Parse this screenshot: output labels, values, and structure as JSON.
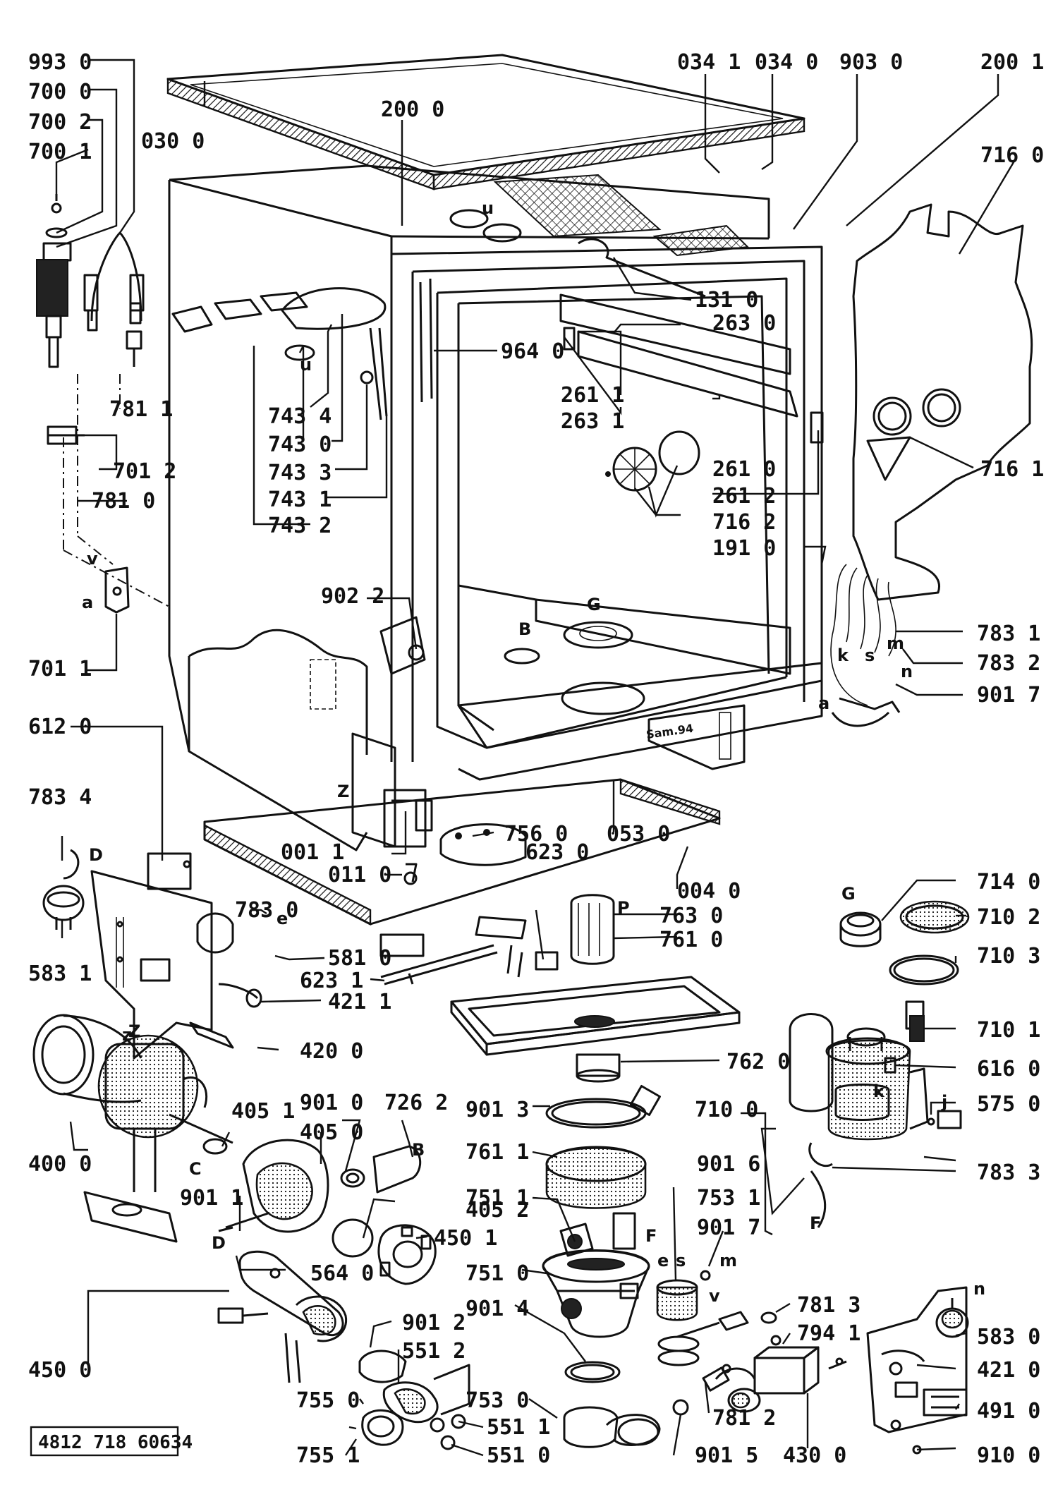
{
  "diagram": {
    "labels": [
      {
        "id": "993-0",
        "text": "993 0"
      },
      {
        "id": "700-0",
        "text": "700 0"
      },
      {
        "id": "700-2",
        "text": "700 2"
      },
      {
        "id": "700-1",
        "text": "700 1"
      },
      {
        "id": "030-0",
        "text": "030 0"
      },
      {
        "id": "200-0",
        "text": "200 0"
      },
      {
        "id": "034-1",
        "text": "034 1"
      },
      {
        "id": "034-0",
        "text": "034 0"
      },
      {
        "id": "903-0",
        "text": "903 0"
      },
      {
        "id": "200-1",
        "text": "200 1"
      },
      {
        "id": "716-0",
        "text": "716 0"
      },
      {
        "id": "131-0",
        "text": "131 0"
      },
      {
        "id": "263-0",
        "text": "263 0"
      },
      {
        "id": "964-0",
        "text": "964 0"
      },
      {
        "id": "781-1",
        "text": "781 1"
      },
      {
        "id": "743-4",
        "text": "743 4"
      },
      {
        "id": "743-0",
        "text": "743 0"
      },
      {
        "id": "743-3",
        "text": "743 3"
      },
      {
        "id": "743-1",
        "text": "743 1"
      },
      {
        "id": "743-2",
        "text": "743 2"
      },
      {
        "id": "261-1",
        "text": "261 1"
      },
      {
        "id": "263-1",
        "text": "263 1"
      },
      {
        "id": "716-1",
        "text": "716 1"
      },
      {
        "id": "701-2",
        "text": "701 2"
      },
      {
        "id": "781-0",
        "text": "781 0"
      },
      {
        "id": "261-0",
        "text": "261 0"
      },
      {
        "id": "261-2",
        "text": "261 2"
      },
      {
        "id": "716-2",
        "text": "716 2"
      },
      {
        "id": "191-0",
        "text": "191 0"
      },
      {
        "id": "902-2",
        "text": "902 2"
      },
      {
        "id": "783-1",
        "text": "783 1"
      },
      {
        "id": "783-2",
        "text": "783 2"
      },
      {
        "id": "701-1",
        "text": "701 1"
      },
      {
        "id": "901-7a",
        "text": "901 7"
      },
      {
        "id": "612-0",
        "text": "612 0"
      },
      {
        "id": "783-4",
        "text": "783 4"
      },
      {
        "id": "756-0",
        "text": "756 0"
      },
      {
        "id": "053-0",
        "text": "053 0"
      },
      {
        "id": "001-1",
        "text": "001 1"
      },
      {
        "id": "623-0",
        "text": "623 0"
      },
      {
        "id": "011-0",
        "text": "011 0"
      },
      {
        "id": "004-0",
        "text": "004 0"
      },
      {
        "id": "714-0",
        "text": "714 0"
      },
      {
        "id": "783-0",
        "text": "783 0"
      },
      {
        "id": "763-0",
        "text": "763 0"
      },
      {
        "id": "710-2",
        "text": "710 2"
      },
      {
        "id": "583-1",
        "text": "583 1"
      },
      {
        "id": "581-0",
        "text": "581 0"
      },
      {
        "id": "761-0",
        "text": "761 0"
      },
      {
        "id": "710-3",
        "text": "710 3"
      },
      {
        "id": "623-1",
        "text": "623 1"
      },
      {
        "id": "421-1",
        "text": "421 1"
      },
      {
        "id": "710-1",
        "text": "710 1"
      },
      {
        "id": "420-0",
        "text": "420 0"
      },
      {
        "id": "762-0",
        "text": "762 0"
      },
      {
        "id": "616-0",
        "text": "616 0"
      },
      {
        "id": "901-0",
        "text": "901 0"
      },
      {
        "id": "726-2",
        "text": "726 2"
      },
      {
        "id": "575-0",
        "text": "575 0"
      },
      {
        "id": "405-1",
        "text": "405 1"
      },
      {
        "id": "405-0",
        "text": "405 0"
      },
      {
        "id": "901-3",
        "text": "901 3"
      },
      {
        "id": "710-0",
        "text": "710 0"
      },
      {
        "id": "400-0",
        "text": "400 0"
      },
      {
        "id": "761-1",
        "text": "761 1"
      },
      {
        "id": "901-6",
        "text": "901 6"
      },
      {
        "id": "783-3",
        "text": "783 3"
      },
      {
        "id": "751-1",
        "text": "751 1"
      },
      {
        "id": "753-1",
        "text": "753 1"
      },
      {
        "id": "901-1",
        "text": "901 1"
      },
      {
        "id": "405-2",
        "text": "405 2"
      },
      {
        "id": "901-7b",
        "text": "901 7"
      },
      {
        "id": "450-1",
        "text": "450 1"
      },
      {
        "id": "564-0",
        "text": "564 0"
      },
      {
        "id": "751-0",
        "text": "751 0"
      },
      {
        "id": "781-3",
        "text": "781 3"
      },
      {
        "id": "901-4",
        "text": "901 4"
      },
      {
        "id": "901-2",
        "text": "901 2"
      },
      {
        "id": "794-1",
        "text": "794 1"
      },
      {
        "id": "583-0",
        "text": "583 0"
      },
      {
        "id": "450-0",
        "text": "450 0"
      },
      {
        "id": "551-2",
        "text": "551 2"
      },
      {
        "id": "421-0",
        "text": "421 0"
      },
      {
        "id": "755-0",
        "text": "755 0"
      },
      {
        "id": "753-0",
        "text": "753 0"
      },
      {
        "id": "781-2",
        "text": "781 2"
      },
      {
        "id": "491-0",
        "text": "491 0"
      },
      {
        "id": "551-1",
        "text": "551 1"
      },
      {
        "id": "755-1",
        "text": "755 1"
      },
      {
        "id": "551-0",
        "text": "551 0"
      },
      {
        "id": "901-5",
        "text": "901 5"
      },
      {
        "id": "430-0",
        "text": "430 0"
      },
      {
        "id": "910-0",
        "text": "910 0"
      }
    ],
    "letters": [
      "u",
      "u",
      "v",
      "a",
      "B",
      "G",
      "k",
      "s",
      "m",
      "n",
      "a",
      "D",
      "Z",
      "Z",
      "e",
      "G",
      "P",
      "z",
      "C",
      "B",
      "D",
      "F",
      "e",
      "s",
      "m",
      "v",
      "k",
      "j",
      "F",
      "n",
      "Sam.94"
    ],
    "document_code": "4812 718 60634"
  }
}
